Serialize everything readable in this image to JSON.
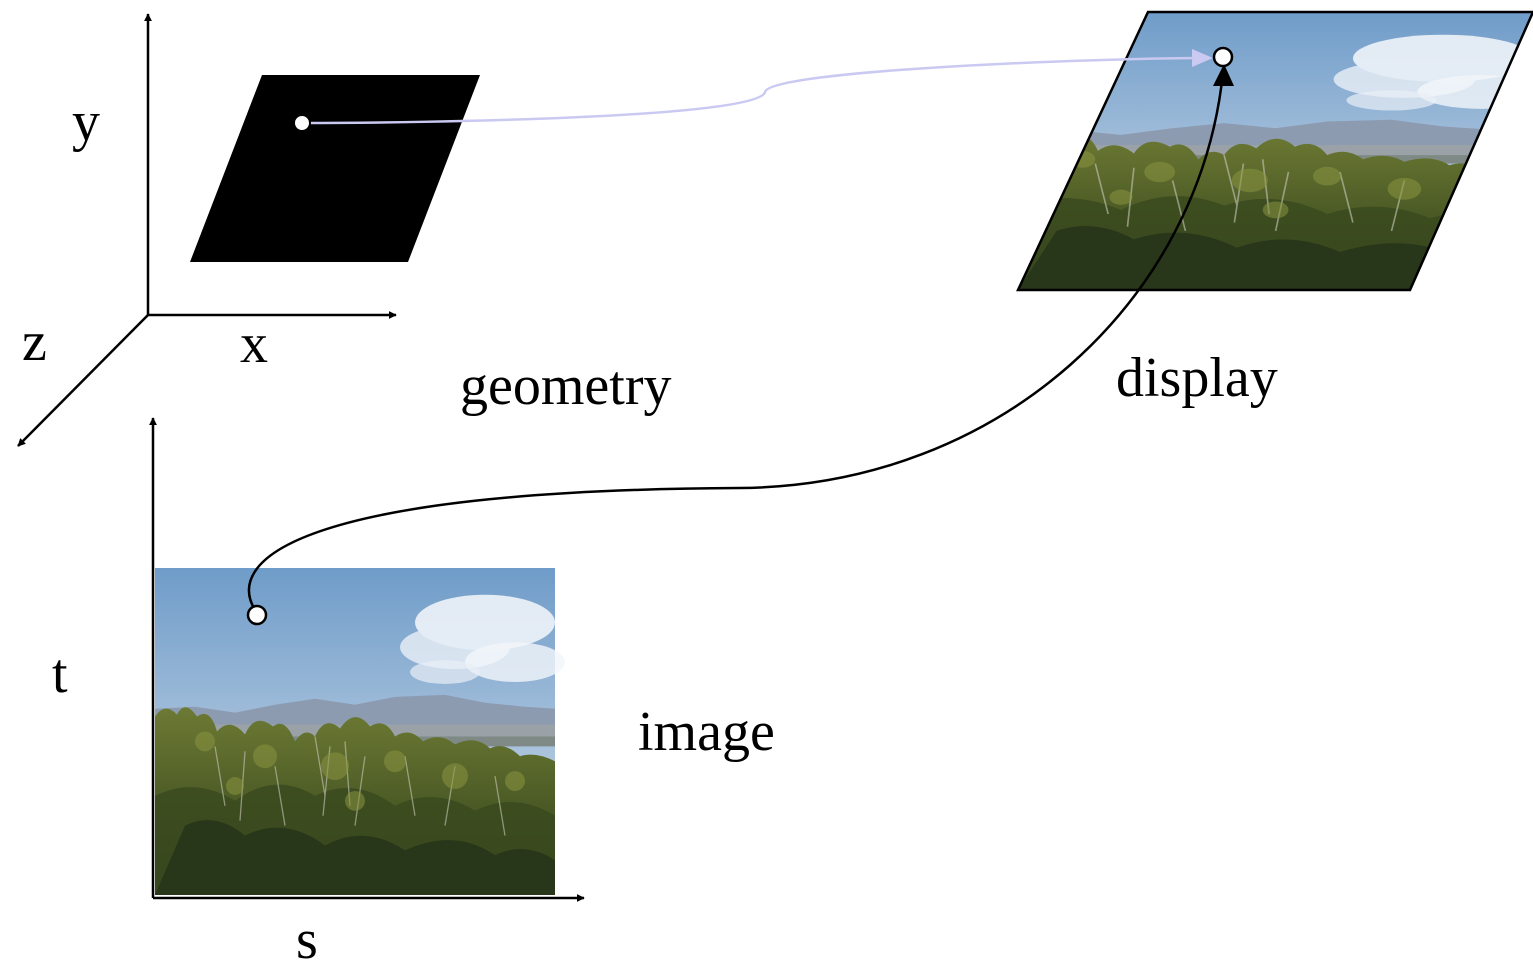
{
  "labels": {
    "axis_x": "x",
    "axis_y": "y",
    "axis_z": "z",
    "axis_s": "s",
    "axis_t": "t",
    "geometry": "geometry",
    "display": "display",
    "image": "image"
  },
  "colors": {
    "ink": "#000000",
    "geometry_link": "#c9c9f2",
    "sky_top": "#6f9cc9",
    "sky_bottom": "#b7cde2",
    "cloud": "#eef3f8",
    "mountain": "#7d8ea6",
    "foliage_dark": "#2f3d1c",
    "foliage_mid": "#55652b",
    "foliage_light": "#7e8a3a"
  }
}
